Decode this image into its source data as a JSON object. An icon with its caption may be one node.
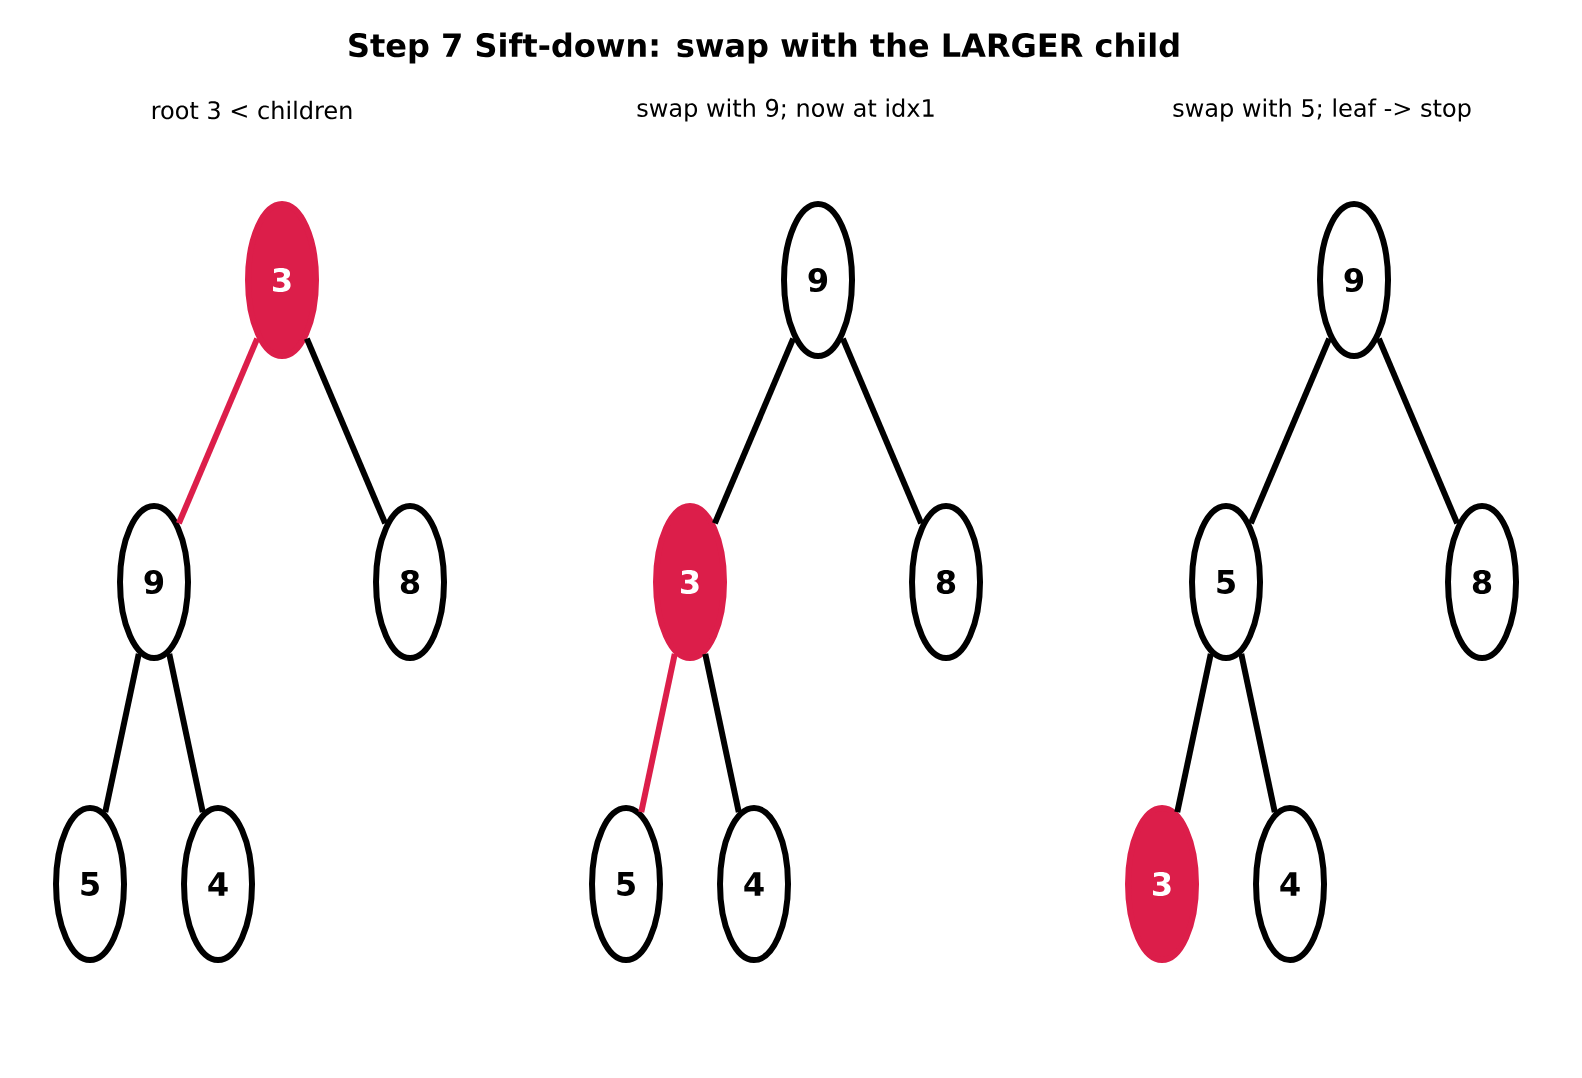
{
  "diagram": {
    "title": "Step 7  Sift-down: swap with the LARGER child",
    "nodes": [
      {
        "text": [
          "3"
        ]
      },
      {
        "text": [
          "9"
        ]
      },
      {
        "text": [
          "8"
        ]
      },
      {
        "text": [
          "5"
        ]
      },
      {
        "text": [
          "4"
        ]
      },
      {
        "text": [
          "9"
        ]
      },
      {
        "text": [
          "3"
        ]
      },
      {
        "text": [
          "8"
        ]
      },
      {
        "text": [
          "5"
        ]
      },
      {
        "text": [
          "4"
        ]
      },
      {
        "text": [
          "9"
        ]
      },
      {
        "text": [
          "5"
        ]
      },
      {
        "text": [
          "8"
        ]
      },
      {
        "text": [
          "3"
        ]
      },
      {
        "text": [
          "4"
        ]
      }
    ],
    "edges": [
      {
        "from": 0,
        "to": 1,
        "arrow": "none",
        "color": "#dc1e4a"
      },
      {
        "from": 0,
        "to": 2,
        "arrow": "none"
      },
      {
        "from": 1,
        "to": 3,
        "arrow": "none"
      },
      {
        "from": 1,
        "to": 4,
        "arrow": "none"
      },
      {
        "from": 5,
        "to": 6,
        "arrow": "none"
      },
      {
        "from": 5,
        "to": 7,
        "arrow": "none"
      },
      {
        "from": 6,
        "to": 8,
        "arrow": "none",
        "color": "#dc1e4a"
      },
      {
        "from": 6,
        "to": 9,
        "arrow": "none"
      },
      {
        "from": 10,
        "to": 11,
        "arrow": "none"
      },
      {
        "from": 10,
        "to": 12,
        "arrow": "none"
      },
      {
        "from": 11,
        "to": 13,
        "arrow": "none"
      },
      {
        "from": 11,
        "to": 14,
        "arrow": "none"
      }
    ],
    "labels": [
      "root 3 < children",
      "swap with 9; now at idx1",
      "swap with 5; leaf -> stop"
    ]
  }
}
